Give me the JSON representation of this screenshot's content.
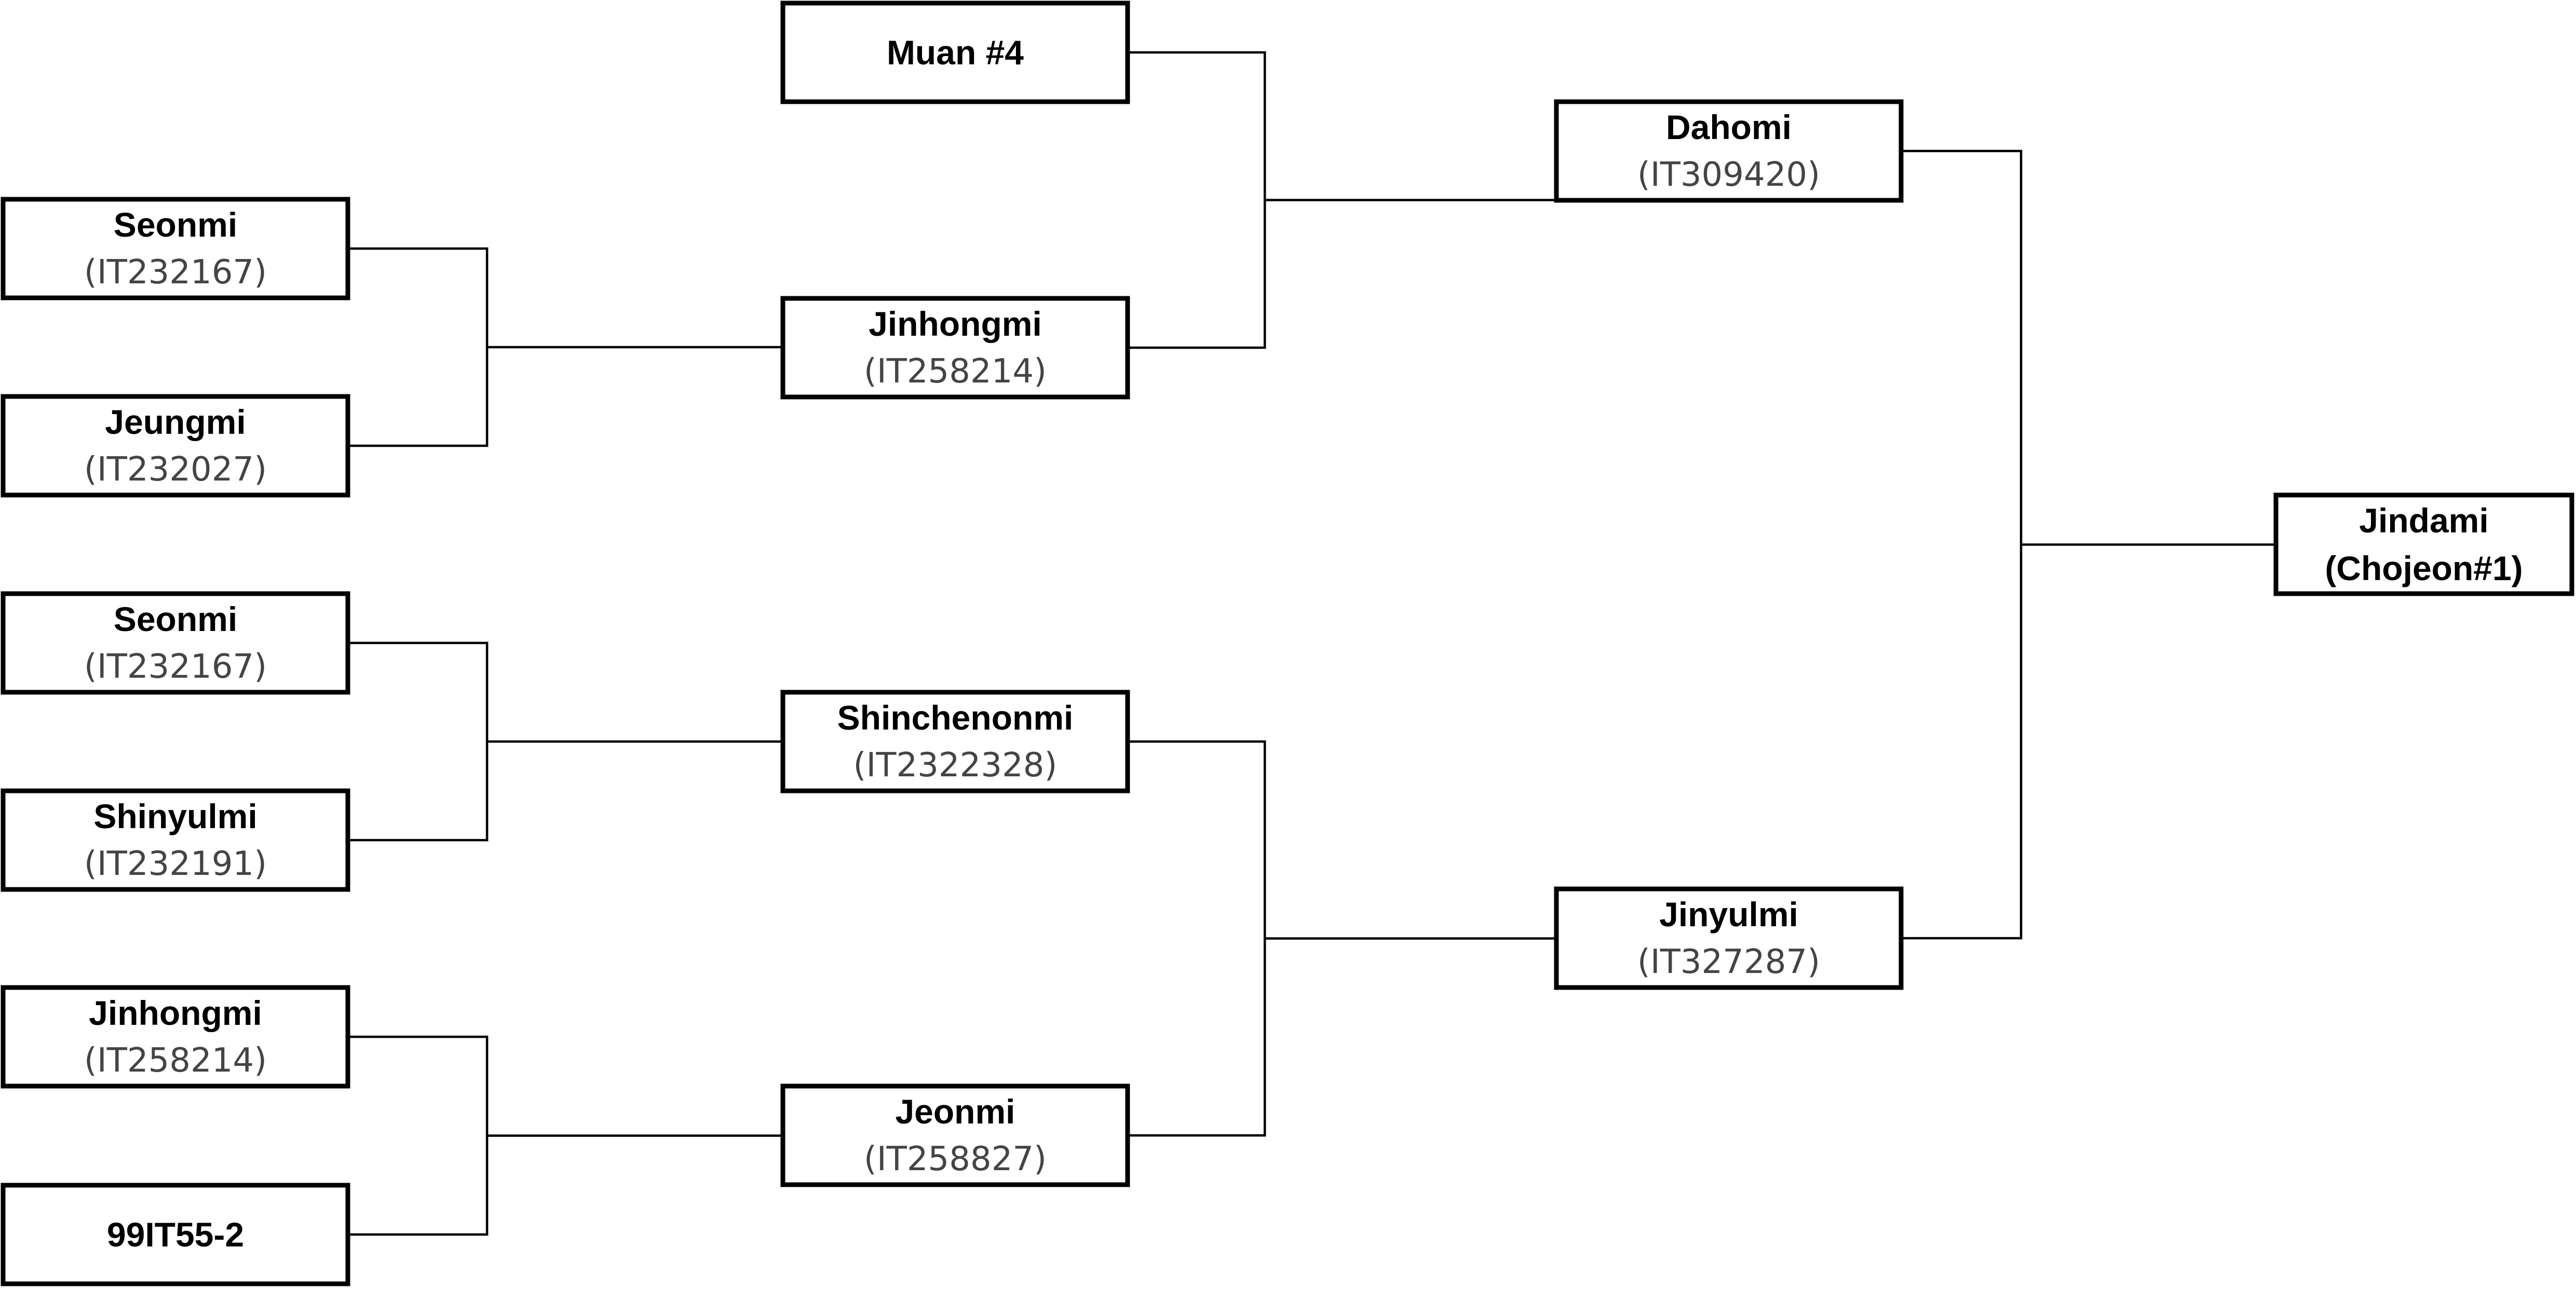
{
  "nodes": [
    {
      "id": "g1",
      "lines": [
        {
          "text": "Seonmi",
          "role": "name"
        },
        {
          "text": "(IT232167)",
          "role": "code"
        }
      ]
    },
    {
      "id": "g2",
      "lines": [
        {
          "text": "Jeungmi",
          "role": "name"
        },
        {
          "text": "(IT232027)",
          "role": "code"
        }
      ]
    },
    {
      "id": "g3",
      "lines": [
        {
          "text": "Seonmi",
          "role": "name"
        },
        {
          "text": "(IT232167)",
          "role": "code"
        }
      ]
    },
    {
      "id": "g4",
      "lines": [
        {
          "text": "Shinyulmi",
          "role": "name"
        },
        {
          "text": "(IT232191)",
          "role": "code"
        }
      ]
    },
    {
      "id": "g5",
      "lines": [
        {
          "text": "Jinhongmi",
          "role": "name"
        },
        {
          "text": "(IT258214)",
          "role": "code"
        }
      ]
    },
    {
      "id": "g6",
      "lines": [
        {
          "text": "99IT55-2",
          "role": "name"
        }
      ]
    },
    {
      "id": "p1",
      "lines": [
        {
          "text": "Muan #4",
          "role": "name"
        }
      ]
    },
    {
      "id": "p2",
      "lines": [
        {
          "text": "Jinhongmi",
          "role": "name"
        },
        {
          "text": "(IT258214)",
          "role": "code"
        }
      ]
    },
    {
      "id": "p3",
      "lines": [
        {
          "text": "Shinchenonmi",
          "role": "name"
        },
        {
          "text": "(IT2322328)",
          "role": "code"
        }
      ]
    },
    {
      "id": "p4",
      "lines": [
        {
          "text": "Jeonmi",
          "role": "name"
        },
        {
          "text": "(IT258827)",
          "role": "code"
        }
      ]
    },
    {
      "id": "q1",
      "lines": [
        {
          "text": "Dahomi",
          "role": "name"
        },
        {
          "text": "(IT309420)",
          "role": "code"
        }
      ]
    },
    {
      "id": "q2",
      "lines": [
        {
          "text": "Jinyulmi",
          "role": "name"
        },
        {
          "text": "(IT327287)",
          "role": "code"
        }
      ]
    },
    {
      "id": "root",
      "lines": [
        {
          "text": "Jindami",
          "role": "name"
        },
        {
          "text": "(Chojeon#1)",
          "role": "name"
        }
      ]
    }
  ],
  "crosses": [
    {
      "parents": [
        "g1",
        "g2"
      ],
      "child": "p2"
    },
    {
      "parents": [
        "g3",
        "g4"
      ],
      "child": "p3"
    },
    {
      "parents": [
        "g5",
        "g6"
      ],
      "child": "p4"
    },
    {
      "parents": [
        "p1",
        "p2"
      ],
      "child": "q1"
    },
    {
      "parents": [
        "p3",
        "p4"
      ],
      "child": "q2"
    },
    {
      "parents": [
        "q1",
        "q2"
      ],
      "child": "root"
    }
  ]
}
